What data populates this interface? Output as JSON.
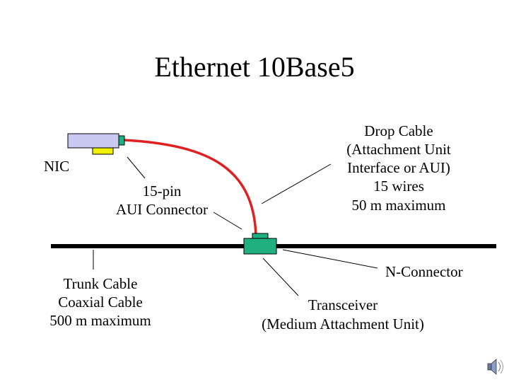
{
  "title": "Ethernet 10Base5",
  "labels": {
    "nic": "NIC",
    "aui_connector": [
      "15-pin",
      "AUI Connector"
    ],
    "drop_cable": [
      "Drop Cable",
      "(Attachment Unit",
      "Interface or AUI)",
      "15 wires",
      "50 m maximum"
    ],
    "n_connector": "N-Connector",
    "trunk_cable": [
      "Trunk Cable",
      "Coaxial Cable",
      "500 m maximum"
    ],
    "transceiver": [
      "Transceiver",
      "(Medium Attachment Unit)"
    ]
  },
  "colors": {
    "nic_card": "#c8c8f0",
    "nic_chip": "#f0f000",
    "connector": "#20b080",
    "drop_cable": "#e02020",
    "trunk_cable": "#000000",
    "leader_lines": "#000000"
  },
  "icons": {
    "speaker": "speaker-icon"
  }
}
